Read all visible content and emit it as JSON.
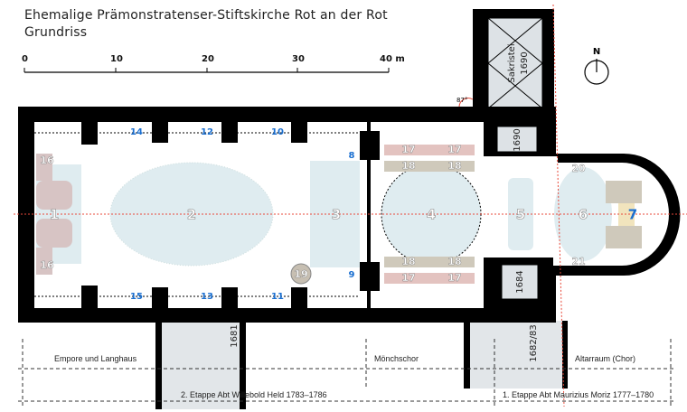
{
  "title": {
    "line1": "Ehemalige Prämonstratenser-Stiftskirche Rot an der Rot",
    "line2": "Grundriss"
  },
  "scale": {
    "ticks": [
      "0",
      "10",
      "20",
      "30",
      "40 m"
    ]
  },
  "compass": {
    "label": "N"
  },
  "angle_label": "87°",
  "rooms": {
    "r1": "1",
    "r2": "2",
    "r3": "3",
    "r4": "4",
    "r5": "5",
    "r6": "6",
    "r7": "7"
  },
  "side_altars": {
    "a8": "8",
    "a9": "9",
    "a10": "10",
    "a11": "11",
    "a12": "12",
    "a13": "13",
    "a14": "14",
    "a15": "15"
  },
  "features": {
    "f16": "16",
    "f17": "17",
    "f18": "18",
    "f19": "19",
    "f20": "20",
    "f21": "21"
  },
  "years": {
    "sakristei": "Sakristei",
    "sakristei_year": "1690",
    "tower_n": "1690",
    "tower_s": "1684",
    "annex_w": "1681",
    "annex_e": "1682/83"
  },
  "sections": {
    "langhaus": "Empore und Langhaus",
    "moenchschor": "Mönchschor",
    "altarraum": "Altarraum (Chor)",
    "etappe2": "2. Etappe Abt Willebold Held 1783–1786",
    "etappe1": "1. Etappe Abt Maurizius Moriz 1777–1780"
  },
  "colors": {
    "axis": "#e8493a",
    "side_label": "#1a6fd0",
    "floor_oval": "#dfecf0",
    "pew": "#cfc9bb",
    "stair": "#e3c3c0"
  }
}
